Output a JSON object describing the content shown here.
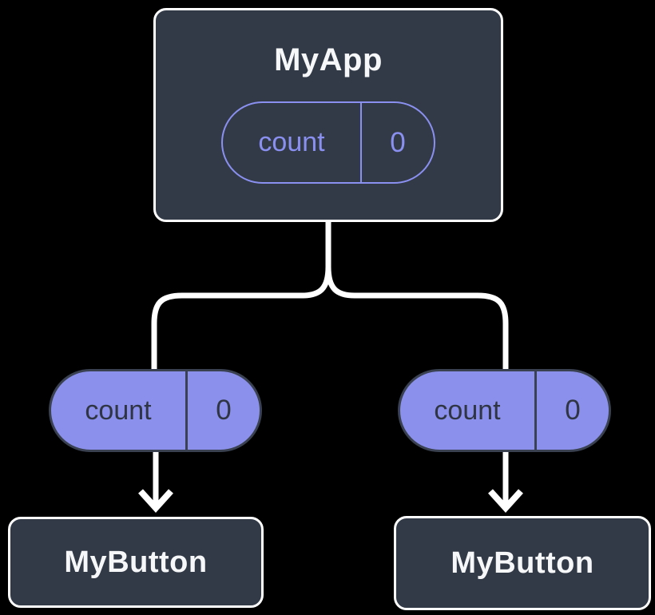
{
  "tree": {
    "root": {
      "label": "MyApp",
      "state": {
        "name": "count",
        "value": "0"
      }
    },
    "children": [
      {
        "label": "MyButton",
        "prop": {
          "name": "count",
          "value": "0"
        }
      },
      {
        "label": "MyButton",
        "prop": {
          "name": "count",
          "value": "0"
        }
      }
    ]
  },
  "colors": {
    "background": "#000000",
    "component_box_fill": "#333A47",
    "component_box_border": "#FFFFFF",
    "state_pill_outline": "#8A90F0",
    "state_pill_text": "#8A90F0",
    "prop_pill_fill": "#8A90EC",
    "prop_pill_border": "#3A4150",
    "prop_pill_text": "#2F3542",
    "title_text": "#F6F7F9",
    "connector": "#FFFFFF"
  }
}
